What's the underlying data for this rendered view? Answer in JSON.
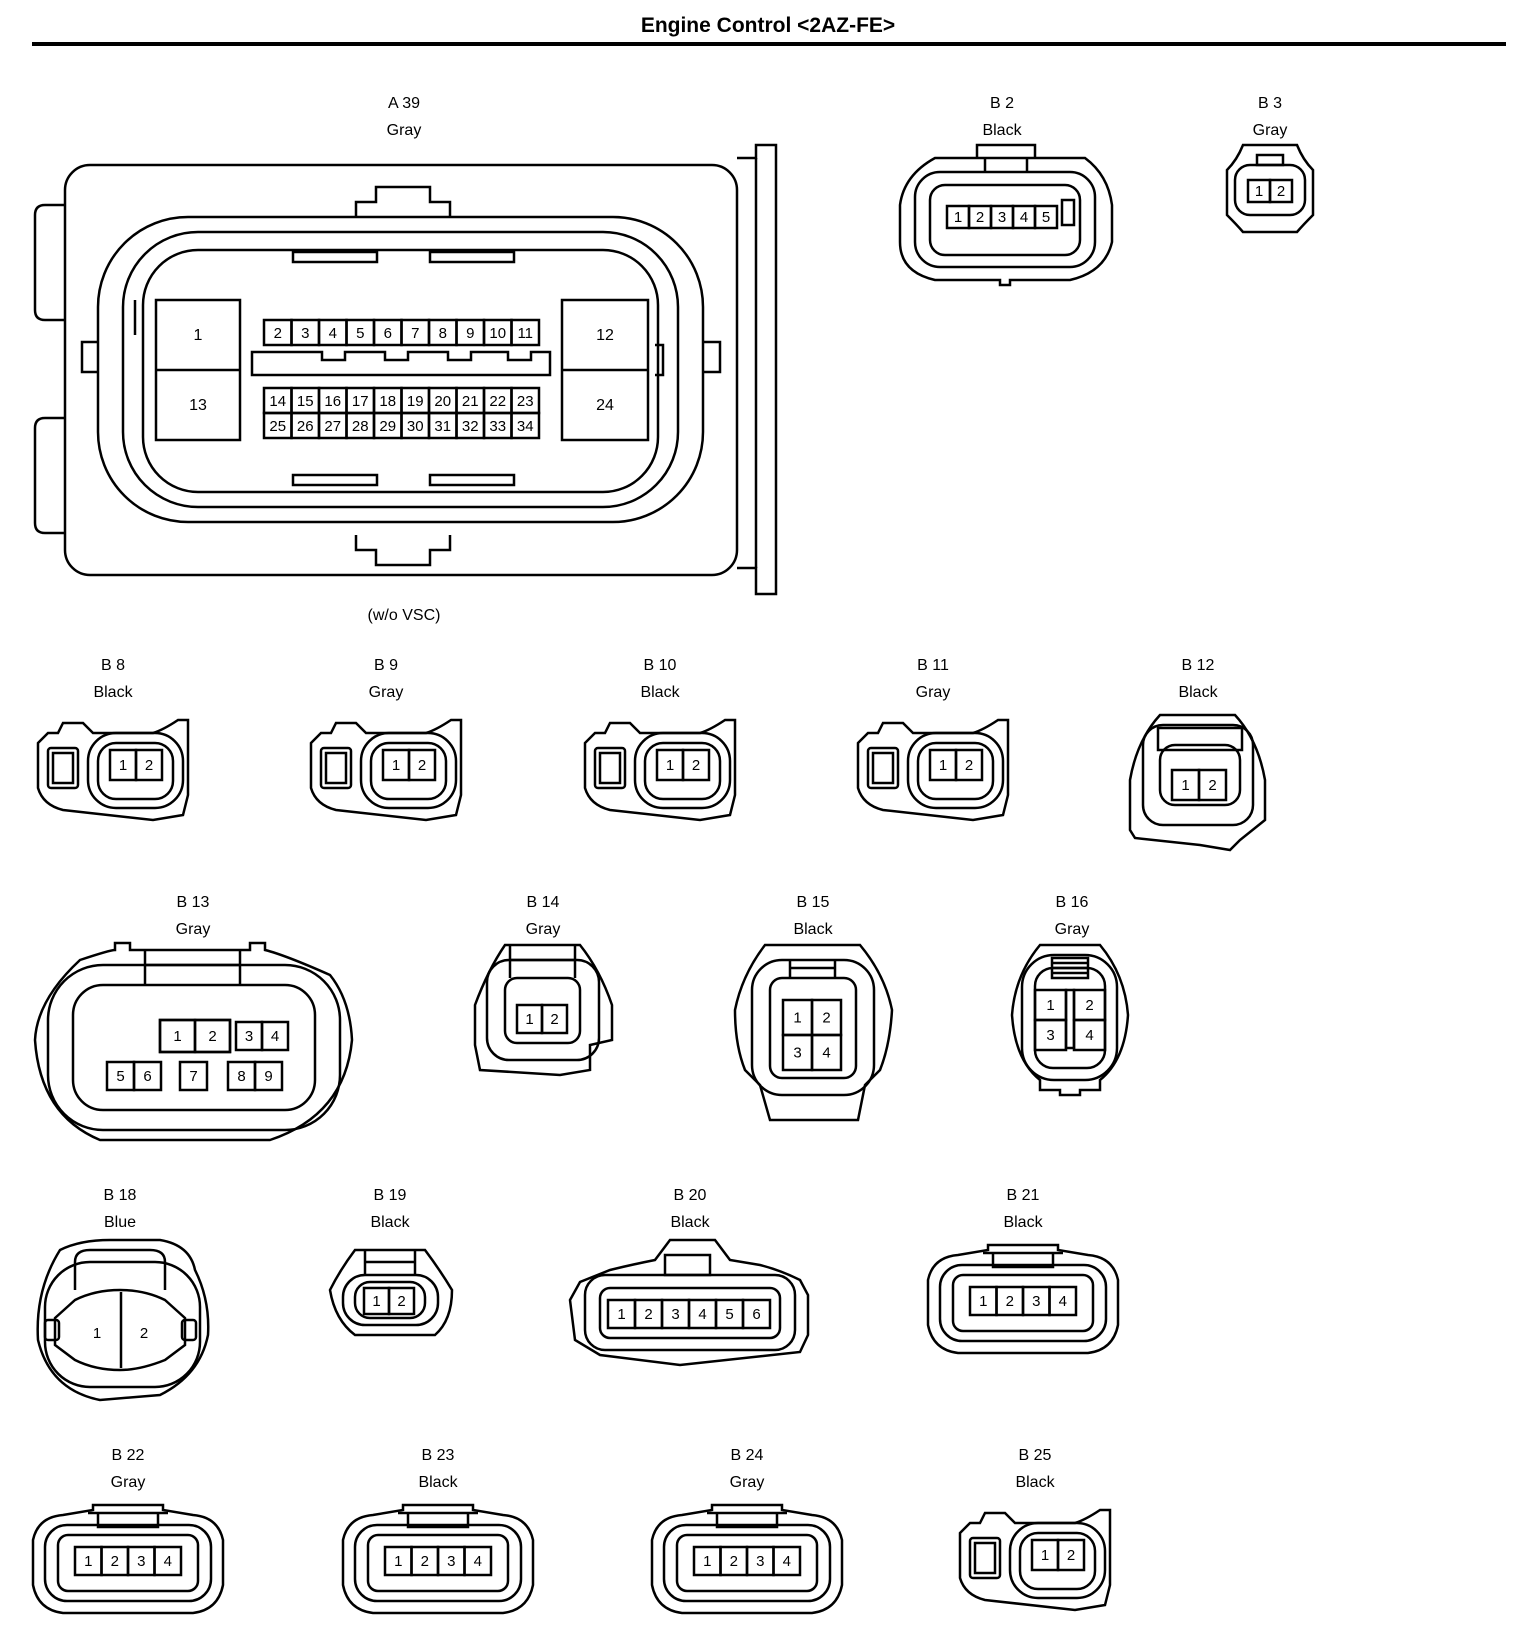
{
  "title": "Engine Control <2AZ-FE>",
  "connectors": {
    "A39": {
      "id": "A 39",
      "color": "Gray",
      "note": "(w/o VSC)",
      "pins_left": [
        "1",
        "13"
      ],
      "pins_right": [
        "12",
        "24"
      ],
      "pins_top_row": [
        "2",
        "3",
        "4",
        "5",
        "6",
        "7",
        "8",
        "9",
        "10",
        "11"
      ],
      "pins_row2": [
        "14",
        "15",
        "16",
        "17",
        "18",
        "19",
        "20",
        "21",
        "22",
        "23"
      ],
      "pins_row3": [
        "25",
        "26",
        "27",
        "28",
        "29",
        "30",
        "31",
        "32",
        "33",
        "34"
      ]
    },
    "B2": {
      "id": "B 2",
      "color": "Black",
      "pins": [
        "1",
        "2",
        "3",
        "4",
        "5"
      ]
    },
    "B3": {
      "id": "B 3",
      "color": "Gray",
      "pins": [
        "1",
        "2"
      ]
    },
    "B8": {
      "id": "B 8",
      "color": "Black",
      "pins": [
        "1",
        "2"
      ]
    },
    "B9": {
      "id": "B 9",
      "color": "Gray",
      "pins": [
        "1",
        "2"
      ]
    },
    "B10": {
      "id": "B 10",
      "color": "Black",
      "pins": [
        "1",
        "2"
      ]
    },
    "B11": {
      "id": "B 11",
      "color": "Gray",
      "pins": [
        "1",
        "2"
      ]
    },
    "B12": {
      "id": "B 12",
      "color": "Black",
      "pins": [
        "1",
        "2"
      ]
    },
    "B13": {
      "id": "B 13",
      "color": "Gray",
      "pins": [
        "1",
        "2",
        "3",
        "4",
        "5",
        "6",
        "7",
        "8",
        "9"
      ]
    },
    "B14": {
      "id": "B 14",
      "color": "Gray",
      "pins": [
        "1",
        "2"
      ]
    },
    "B15": {
      "id": "B 15",
      "color": "Black",
      "pins": [
        "1",
        "2",
        "3",
        "4"
      ]
    },
    "B16": {
      "id": "B 16",
      "color": "Gray",
      "pins": [
        "1",
        "2",
        "3",
        "4"
      ]
    },
    "B18": {
      "id": "B 18",
      "color": "Blue",
      "pins": [
        "1",
        "2"
      ]
    },
    "B19": {
      "id": "B 19",
      "color": "Black",
      "pins": [
        "1",
        "2"
      ]
    },
    "B20": {
      "id": "B 20",
      "color": "Black",
      "pins": [
        "1",
        "2",
        "3",
        "4",
        "5",
        "6"
      ]
    },
    "B21": {
      "id": "B 21",
      "color": "Black",
      "pins": [
        "1",
        "2",
        "3",
        "4"
      ]
    },
    "B22": {
      "id": "B 22",
      "color": "Gray",
      "pins": [
        "1",
        "2",
        "3",
        "4"
      ]
    },
    "B23": {
      "id": "B 23",
      "color": "Black",
      "pins": [
        "1",
        "2",
        "3",
        "4"
      ]
    },
    "B24": {
      "id": "B 24",
      "color": "Gray",
      "pins": [
        "1",
        "2",
        "3",
        "4"
      ]
    },
    "B25": {
      "id": "B 25",
      "color": "Black",
      "pins": [
        "1",
        "2"
      ]
    }
  }
}
